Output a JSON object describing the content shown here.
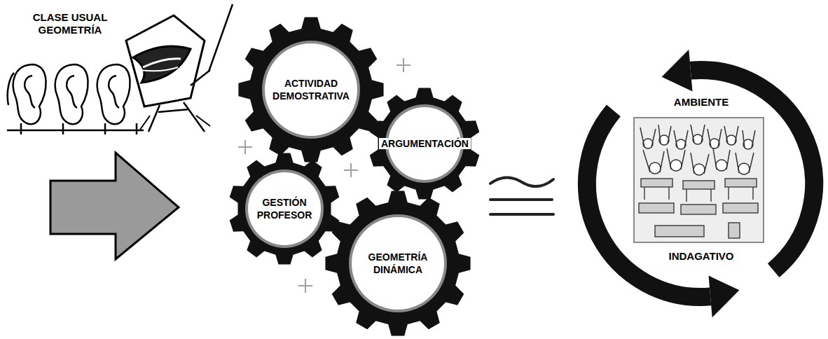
{
  "diagram": {
    "nodes": [
      {
        "text": [
          "ACTIVIDAD DEMOSTRATIVA"
        ]
      },
      {
        "text": [
          "ARGUMENTACIÓN"
        ]
      },
      {
        "text": [
          "GESTIÓN PROFESOR"
        ]
      },
      {
        "text": [
          "GEOMETRÍA DINÁMICA"
        ]
      },
      {
        "text": [
          "AMBIENTE",
          "INDAGATIVO"
        ]
      }
    ],
    "labels": [
      "CLASE USUAL GEOMETRÍA"
    ]
  }
}
